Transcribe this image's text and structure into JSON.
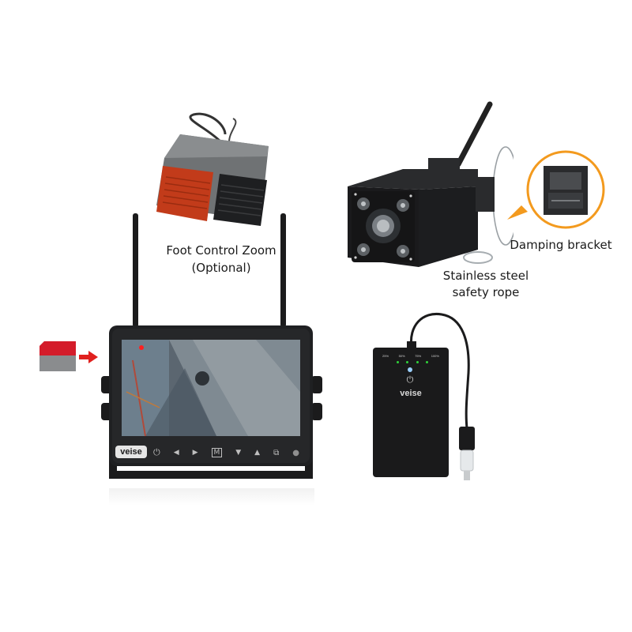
{
  "labels": {
    "foot_control": "Foot Control Zoom",
    "foot_control_note": "(Optional)",
    "damping_bracket": "Damping bracket",
    "safety_rope_line1": "Stainless steel",
    "safety_rope_line2": "safety rope"
  },
  "monitor": {
    "brand": "veise",
    "buttons": [
      "power-icon",
      "left-icon",
      "play-icon",
      "menu-icon",
      "down-icon",
      "up-icon",
      "split-icon"
    ]
  },
  "battery": {
    "brand": "veise",
    "levels": [
      "25%",
      "50%",
      "75%",
      "100%"
    ]
  },
  "colors": {
    "foot_pedal_left": "#c23b1a",
    "bracket_callout": "#f39a1e",
    "sd_card": "#d41c2a",
    "arrow": "#e0201e",
    "led_green": "#2fd23a"
  }
}
